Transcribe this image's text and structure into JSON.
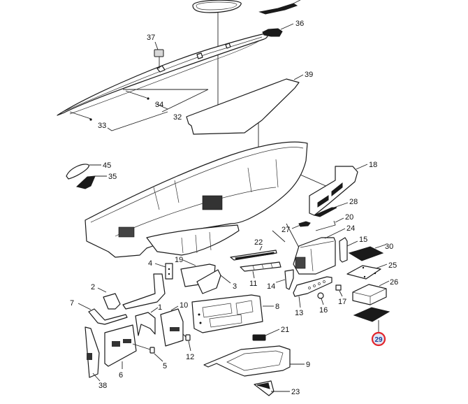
{
  "diagram": {
    "type": "exploded-parts-diagram",
    "highlight_color": "#e3242b",
    "highlighted_callout": "29",
    "callouts": {
      "c1": "1",
      "c2": "2",
      "c3": "3",
      "c4": "4",
      "c5": "5",
      "c6": "6",
      "c7": "7",
      "c8": "8",
      "c9": "9",
      "c10": "10",
      "c11": "11",
      "c12": "12",
      "c13": "13",
      "c14": "14",
      "c15": "15",
      "c16": "16",
      "c17": "17",
      "c18": "18",
      "c19": "19",
      "c20": "20",
      "c21": "21",
      "c22": "22",
      "c23": "23",
      "c24": "24",
      "c25": "25",
      "c26": "26",
      "c27": "27",
      "c28": "28",
      "c29": "29",
      "c30": "30",
      "c32": "32",
      "c33": "33",
      "c34": "34",
      "c35": "35",
      "c36": "36",
      "c37": "37",
      "c38": "38",
      "c39": "39",
      "c45": "45"
    }
  }
}
